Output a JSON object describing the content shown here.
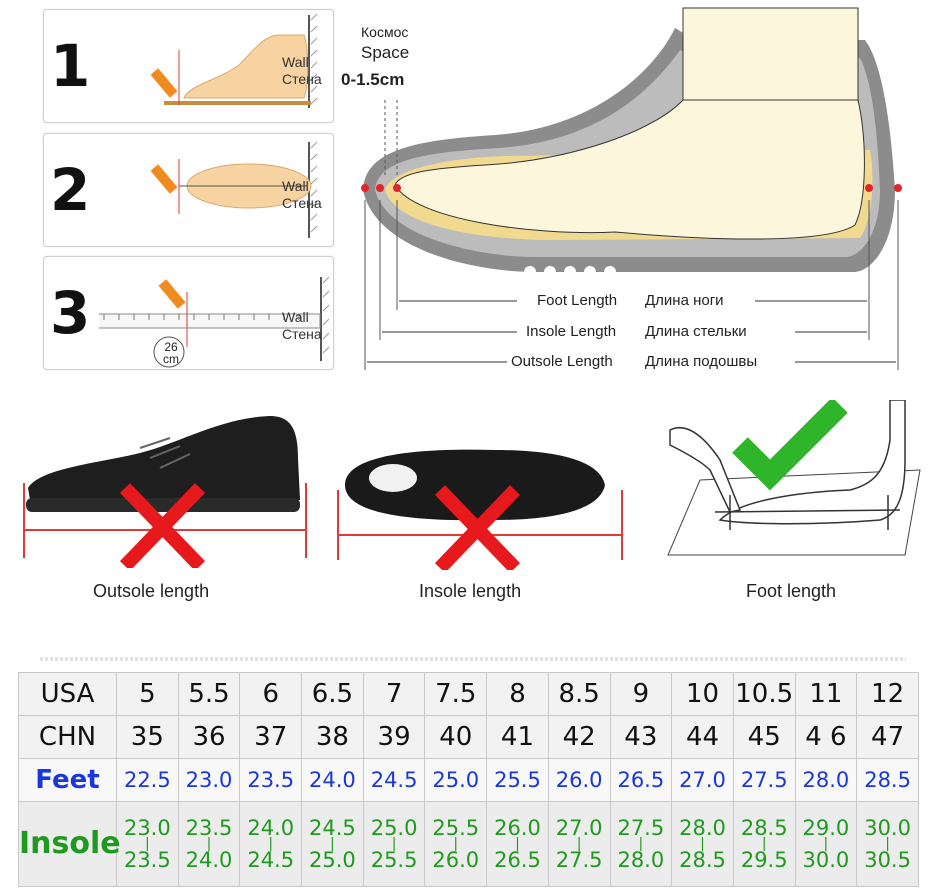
{
  "steps": [
    {
      "number": "1",
      "wall_en": "Wall",
      "wall_ru": "Стена"
    },
    {
      "number": "2",
      "wall_en": "Wall",
      "wall_ru": "Стена"
    },
    {
      "number": "3",
      "wall_en": "Wall",
      "wall_ru": "Стена",
      "ruler_reading": "26",
      "ruler_unit": "cm"
    }
  ],
  "diagram": {
    "space_ru": "Космос",
    "space_en": "Space",
    "space_range": "0-1.5cm",
    "foot_length_en": "Foot Length",
    "foot_length_ru": "Длина ноги",
    "insole_length_en": "Insole Length",
    "insole_length_ru": "Длина стельки",
    "outsole_length_en": "Outsole Length",
    "outsole_length_ru": "Длина подошвы"
  },
  "methods": {
    "outsole": "Outsole length",
    "insole": "Insole length",
    "foot": "Foot length"
  },
  "colors": {
    "wrong": "#e8191c",
    "right": "#2fb52a",
    "feet_text": "#1a37d8",
    "insole_text": "#1f9a1f",
    "measure_line": "#e03a3a"
  },
  "size_table": {
    "usa_label": "USA",
    "chn_label": "CHN",
    "feet_label": "Feet",
    "insole_label": "Insole",
    "usa": [
      "5",
      "5.5",
      "6",
      "6.5",
      "7",
      "7.5",
      "8",
      "8.5",
      "9",
      "10",
      "10.5",
      "11",
      "12"
    ],
    "chn": [
      "35",
      "36",
      "37",
      "38",
      "39",
      "40",
      "41",
      "42",
      "43",
      "44",
      "45",
      "4 6",
      "47"
    ],
    "feet": [
      "22.5",
      "23.0",
      "23.5",
      "24.0",
      "24.5",
      "25.0",
      "25.5",
      "26.0",
      "26.5",
      "27.0",
      "27.5",
      "28.0",
      "28.5"
    ],
    "insole_min": [
      "23.0",
      "23.5",
      "24.0",
      "24.5",
      "25.0",
      "25.5",
      "26.0",
      "27.0",
      "27.5",
      "28.0",
      "28.5",
      "29.0",
      "30.0"
    ],
    "insole_max": [
      "23.5",
      "24.0",
      "24.5",
      "25.0",
      "25.5",
      "26.0",
      "26.5",
      "27.5",
      "28.0",
      "28.5",
      "29.5",
      "30.0",
      "30.5"
    ],
    "range_mark": "|"
  }
}
